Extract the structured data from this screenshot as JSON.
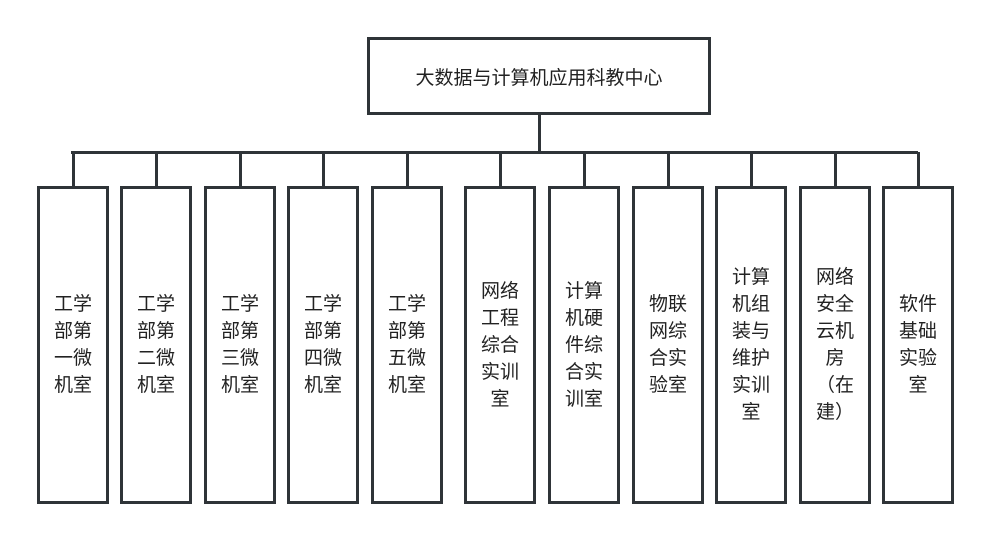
{
  "root": {
    "label": "大数据与计算机应用科教中心"
  },
  "children": [
    {
      "lines": [
        "工学",
        "部第",
        "一微",
        "机室"
      ]
    },
    {
      "lines": [
        "工学",
        "部第",
        "二微",
        "机室"
      ]
    },
    {
      "lines": [
        "工学",
        "部第",
        "三微",
        "机室"
      ]
    },
    {
      "lines": [
        "工学",
        "部第",
        "四微",
        "机室"
      ]
    },
    {
      "lines": [
        "工学",
        "部第",
        "五微",
        "机室"
      ]
    },
    {
      "lines": [
        "网络",
        "工程",
        "综合",
        "实训",
        "室"
      ]
    },
    {
      "lines": [
        "计算",
        "机硬",
        "件综",
        "合实",
        "训室"
      ]
    },
    {
      "lines": [
        "物联",
        "网综",
        "合实",
        "验室"
      ]
    },
    {
      "lines": [
        "计算",
        "机组",
        "装与",
        "维护",
        "实训",
        "室"
      ]
    },
    {
      "lines": [
        "网络",
        "安全",
        "云机",
        "房",
        "（在",
        "建）"
      ]
    },
    {
      "lines": [
        "软件",
        "基础",
        "实验",
        "室"
      ]
    }
  ]
}
